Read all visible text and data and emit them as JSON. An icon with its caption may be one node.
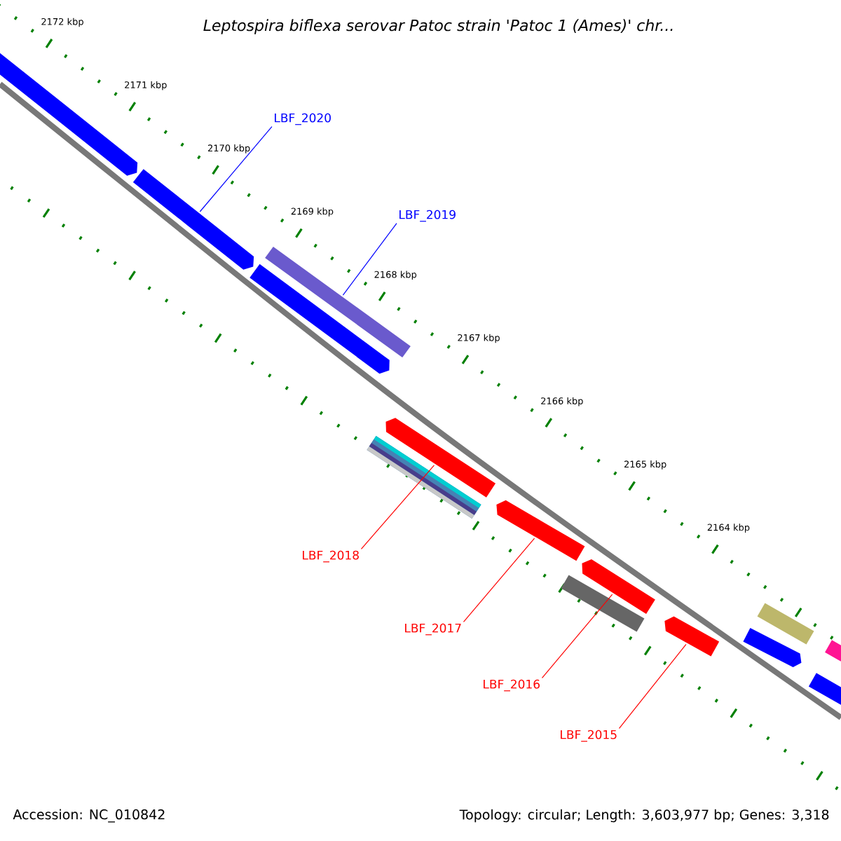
{
  "diagram": {
    "title": "Leptospira biflexa serovar Patoc strain 'Patoc 1 (Ames)' chr...",
    "nodes": [
      {
        "text": [
          "LBF_2020"
        ]
      },
      {
        "text": [
          "LBF_2019"
        ]
      },
      {
        "text": [
          "LBF_2018"
        ]
      },
      {
        "text": [
          "LBF_2017"
        ]
      },
      {
        "text": [
          "LBF_2016"
        ]
      },
      {
        "text": [
          "LBF_2015"
        ]
      },
      {
        "text": [],
        "shape": "bar"
      },
      {
        "text": [],
        "shape": "bar"
      },
      {
        "text": [],
        "shape": "bar"
      },
      {
        "text": [],
        "shape": "bar"
      },
      {
        "text": [],
        "shape": "bar"
      },
      {
        "text": [],
        "shape": "bar"
      },
      {
        "text": [],
        "shape": "bar"
      },
      {
        "text": [],
        "shape": "bar"
      },
      {
        "text": [],
        "shape": "bar"
      },
      {
        "text": [],
        "shape": "bar"
      },
      {
        "text": [],
        "shape": "bar"
      },
      {
        "text": [],
        "shape": "bar"
      },
      {
        "text": [],
        "shape": "bar"
      },
      {
        "text": [],
        "shape": "bar"
      }
    ],
    "edges": [
      {
        "from": 0,
        "to": 6,
        "arrow": "none",
        "color": "#0000ff"
      },
      {
        "from": 1,
        "to": 7,
        "arrow": "none",
        "color": "#0000ff"
      },
      {
        "from": 2,
        "to": 8,
        "arrow": "none"
      },
      {
        "from": 3,
        "to": 9,
        "arrow": "none"
      },
      {
        "from": 4,
        "to": 10,
        "arrow": "none"
      },
      {
        "from": 5,
        "to": 11,
        "arrow": "none"
      }
    ],
    "labels": [
      "2172 kbp",
      "2171 kbp",
      "2170 kbp",
      "2169 kbp",
      "2168 kbp",
      "2167 kbp",
      "2166 kbp",
      "2165 kbp",
      "2164 kbp",
      "Accession: NC_010842",
      "Topology: circular; Length: 3,603,977 bp; Genes: 3,318"
    ]
  }
}
